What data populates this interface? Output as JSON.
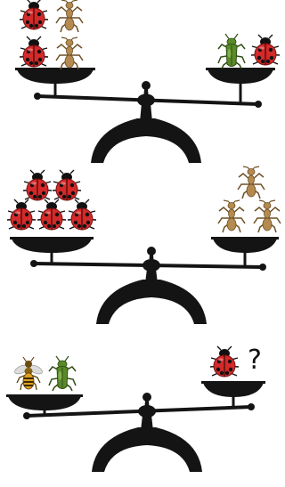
{
  "puzzle": {
    "question_mark": "?",
    "scales": [
      {
        "left": [
          {
            "type": "ladybug"
          },
          {
            "type": "ant"
          },
          {
            "type": "ladybug"
          },
          {
            "type": "ant"
          }
        ],
        "right": [
          {
            "type": "cicada"
          },
          {
            "type": "ladybug"
          }
        ],
        "state": "balanced"
      },
      {
        "left": [
          {
            "type": "ladybug"
          },
          {
            "type": "ladybug"
          },
          {
            "type": "ladybug"
          },
          {
            "type": "ladybug"
          },
          {
            "type": "ladybug"
          }
        ],
        "right": [
          {
            "type": "ant"
          },
          {
            "type": "ant"
          },
          {
            "type": "ant"
          }
        ],
        "state": "balanced"
      },
      {
        "left": [
          {
            "type": "bee"
          },
          {
            "type": "cicada"
          }
        ],
        "right": [
          {
            "type": "ladybug"
          }
        ],
        "state": "tilted-left-down",
        "unknown_on": "right"
      }
    ]
  },
  "colors": {
    "scale": "#141414",
    "ladybug": "#d42a2a",
    "ant": "#b58a50",
    "cicada": "#5a8a2a",
    "bee": "#e0a020"
  }
}
